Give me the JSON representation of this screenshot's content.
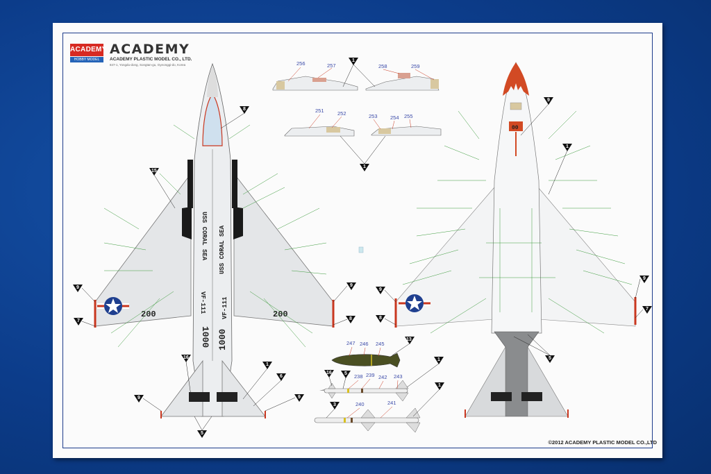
{
  "brand": {
    "badge_top": "ACADEMY",
    "badge_bottom": "HOBBY MODEL KITS",
    "name": "ACADEMY",
    "subtitle": "ACADEMY PLASTIC MODEL CO., LTD.",
    "address": "847-1, Yongdu-dong, Songtan-gu, Gyeonggi-do, Korea"
  },
  "copyright": "©2012 ACADEMY PLASTIC MODEL CO.,LTD",
  "stencil_numbers": {
    "n256": "256",
    "n257": "257",
    "n258": "258",
    "n259": "259",
    "n251": "251",
    "n252": "252",
    "n253": "253",
    "n254": "254",
    "n255": "255",
    "n247": "247",
    "n246": "246",
    "n245": "245",
    "n238": "238",
    "n239": "239",
    "n242": "242",
    "n243": "243",
    "n240": "240",
    "n241": "241"
  },
  "callouts": {
    "c1": "1",
    "c3": "3",
    "c5": "5",
    "c6": "6",
    "c7": "7",
    "c8": "8",
    "c9": "9",
    "c13": "13",
    "c15": "15",
    "c16": "16"
  },
  "aircraft_markings": {
    "ship": "USS CORAL SEA",
    "squadron": "VF-111",
    "modex": "200",
    "tail": "1000",
    "nose_code": "00"
  },
  "colors": {
    "background": "#0d3f8f",
    "paper": "#fbfbfb",
    "border": "#1c3b8a",
    "aircraft_grey": "#e4e6e8",
    "anti_glare": "#1a1a1a",
    "red_trim": "#c9371f",
    "stencil_blue": "#3b4aa8",
    "callout_line_green": "#3a9a3a"
  }
}
